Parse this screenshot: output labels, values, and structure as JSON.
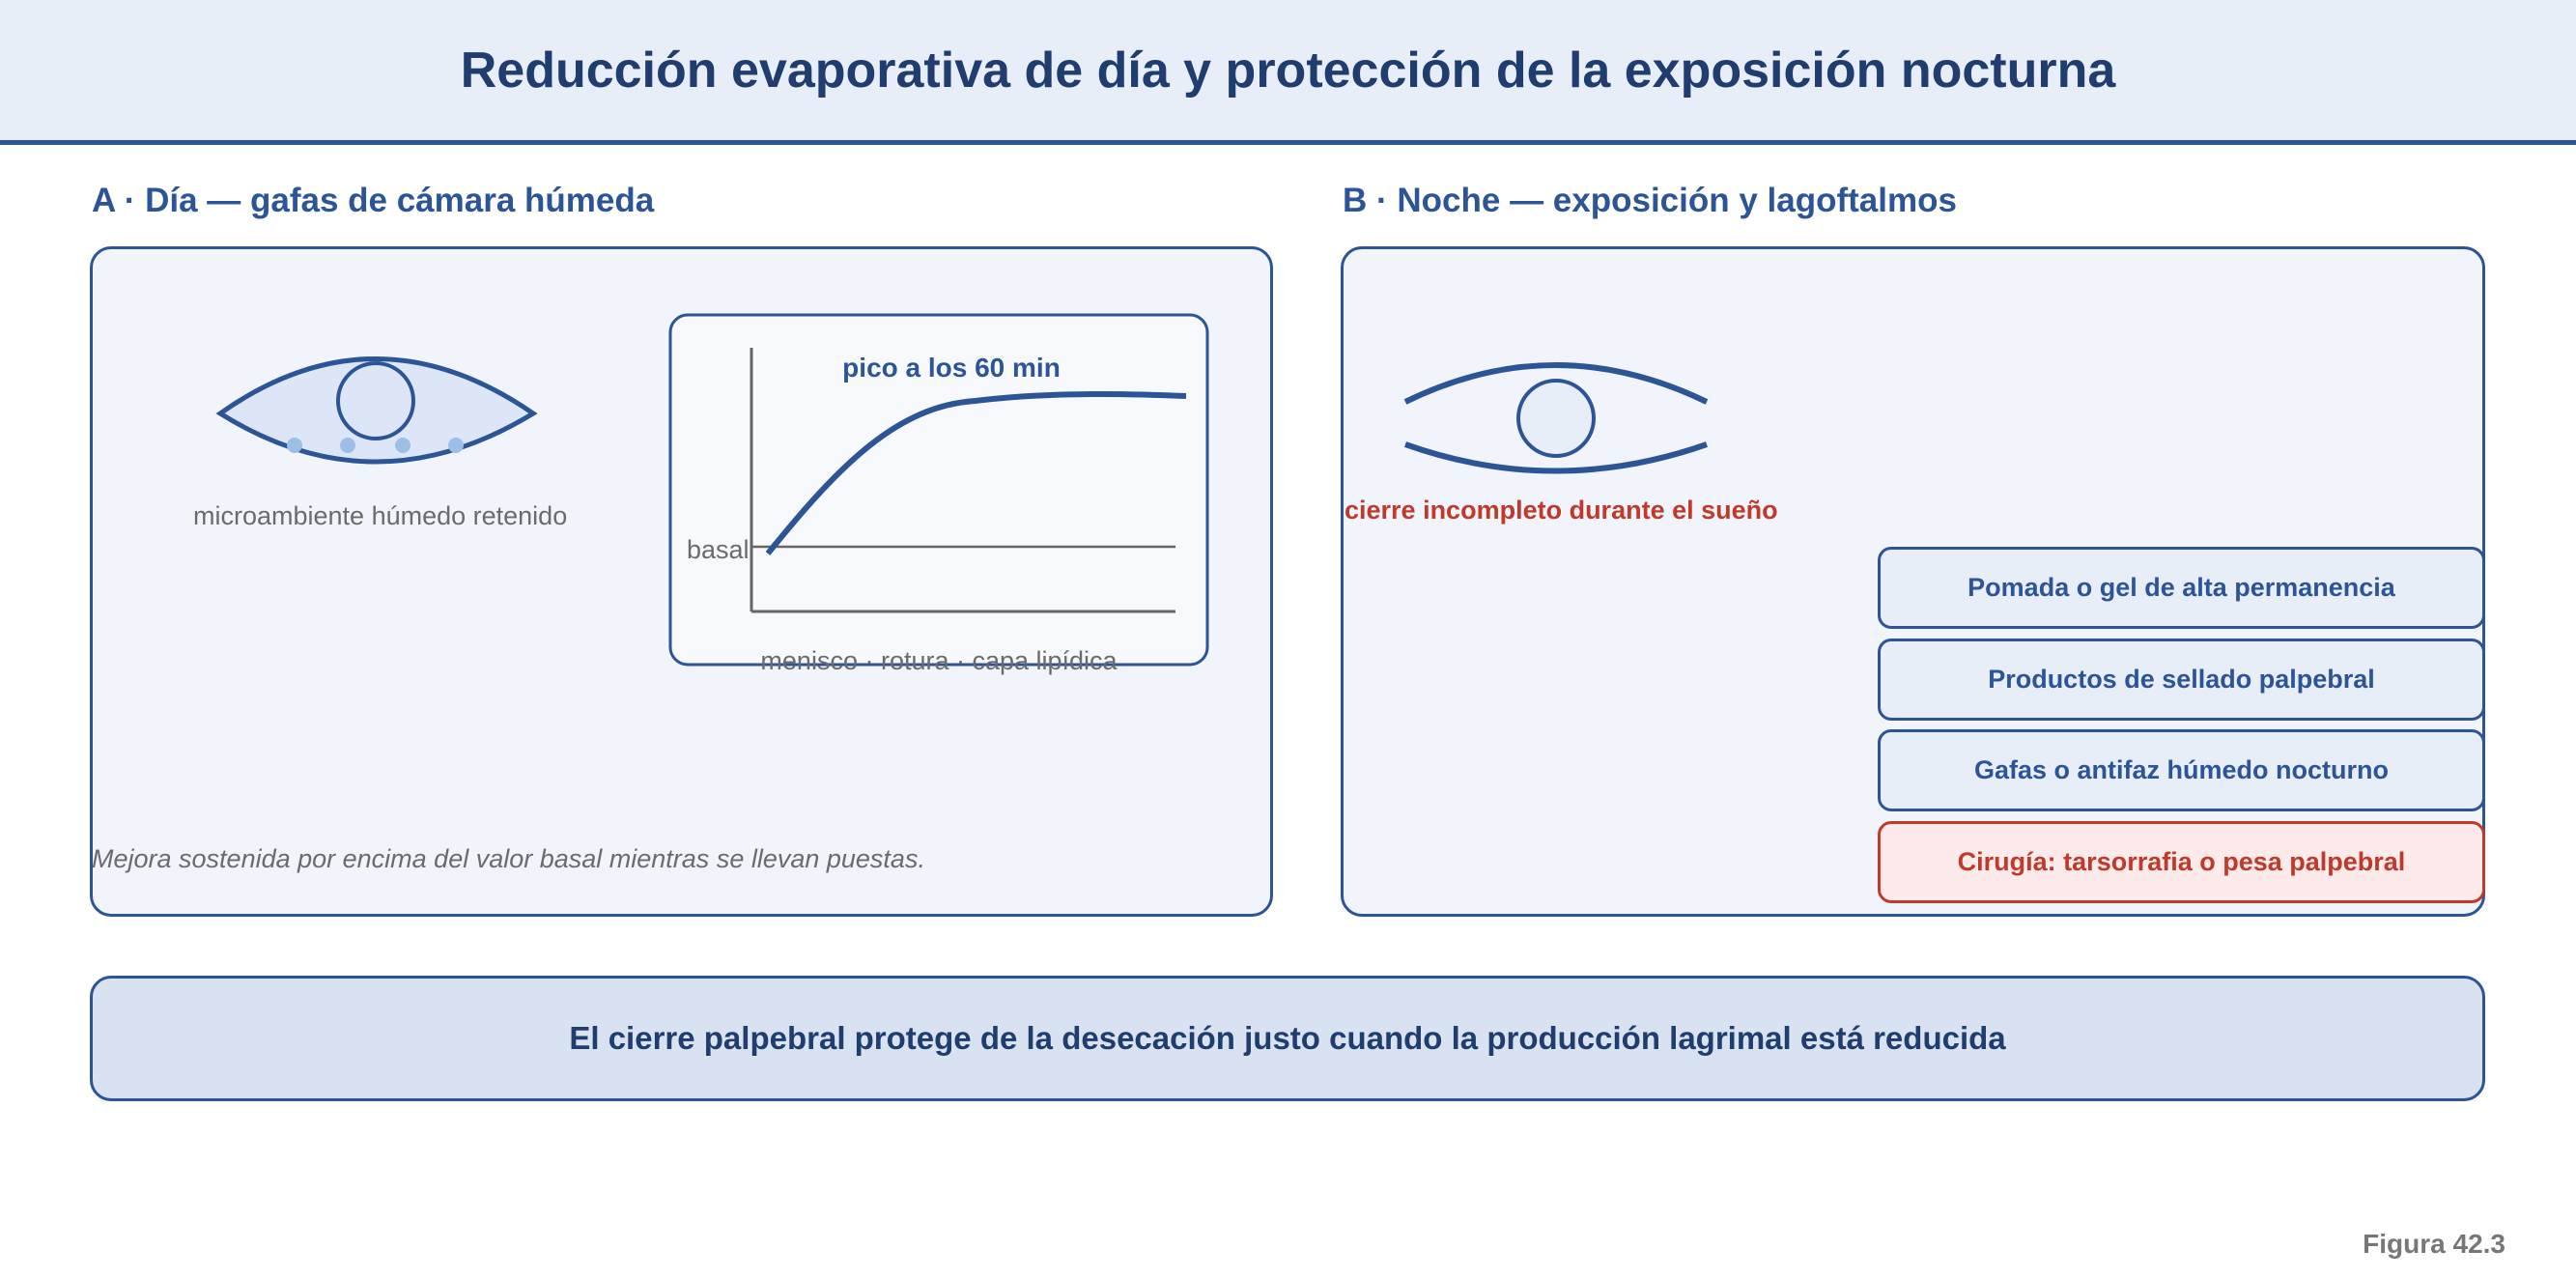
{
  "title": "Reducción evaporativa de día y protección de la exposición nocturna",
  "panel_a": {
    "heading": "A · Día — gafas de cámara húmeda",
    "eye_caption": "microambiente húmedo retenido",
    "chart": {
      "peak_label": "pico a los 60 min",
      "baseline_label": "basal",
      "x_label": "menisco · rotura · capa lipídica"
    },
    "note": "Mejora sostenida por encima del valor basal mientras se llevan puestas."
  },
  "panel_b": {
    "heading": "B · Noche — exposición y lagoftalmos",
    "eye_caption": "cierre incompleto durante el sueño",
    "options": [
      {
        "label": "Pomada o gel de alta permanencia",
        "type": "normal"
      },
      {
        "label": "Productos de sellado palpebral",
        "type": "normal"
      },
      {
        "label": "Gafas o antifaz húmedo nocturno",
        "type": "normal"
      },
      {
        "label": "Cirugía: tarsorrafia o pesa palpebral",
        "type": "warning"
      }
    ]
  },
  "conclusion": "El cierre palpebral protege de la desecación justo cuando la producción lagrimal está reducida",
  "figure_label": "Figura 42.3",
  "colors": {
    "primary": "#2c5597",
    "dark": "#1f3d6e",
    "warning": "#c0392b",
    "panel_bg": "#f1f4fa",
    "droplet": "#9dbfe6"
  }
}
